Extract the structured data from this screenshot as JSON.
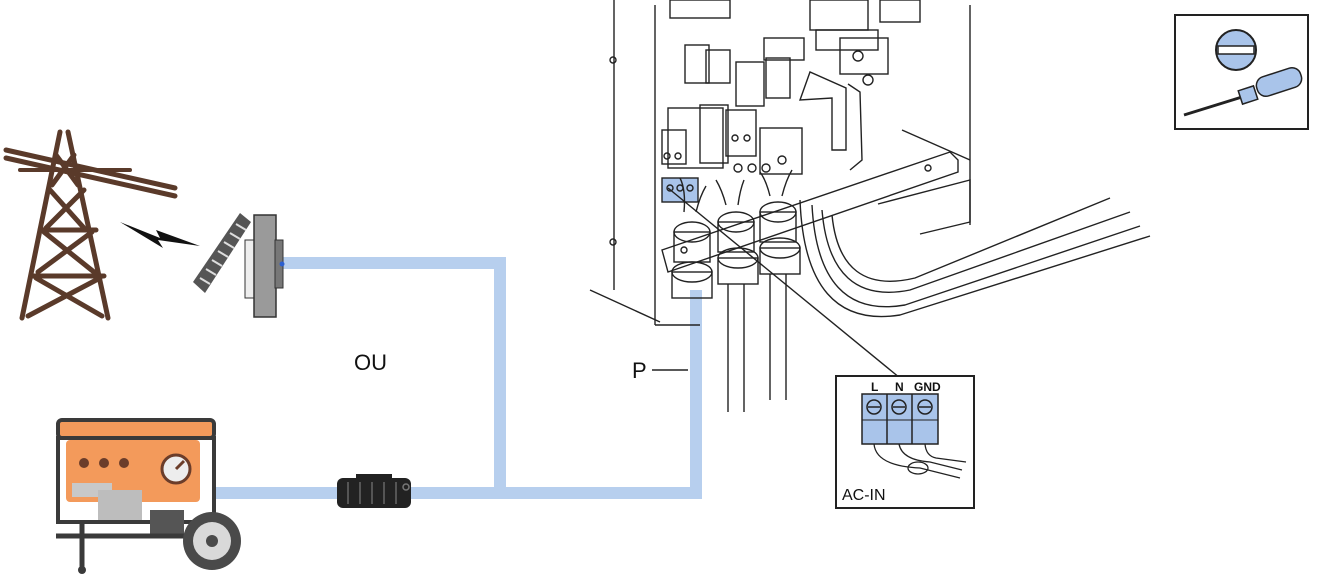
{
  "labels": {
    "or_text": "OU",
    "cable_label": "P",
    "terminal_title": "AC-IN",
    "terminal_l": "L",
    "terminal_n": "N",
    "terminal_gnd": "GND"
  },
  "colors": {
    "cable": "#b7cfee",
    "tower": "#5a3a2a",
    "generator_orange": "#f39a5b",
    "terminal_blue": "#a9c4ea",
    "line": "#222222"
  },
  "icons": [
    "power-tower-icon",
    "lightning-icon",
    "electric-meter-icon",
    "generator-icon",
    "cable-connector-icon",
    "screwdriver-icon",
    "flat-screw-icon",
    "inverter-wiring-box"
  ]
}
